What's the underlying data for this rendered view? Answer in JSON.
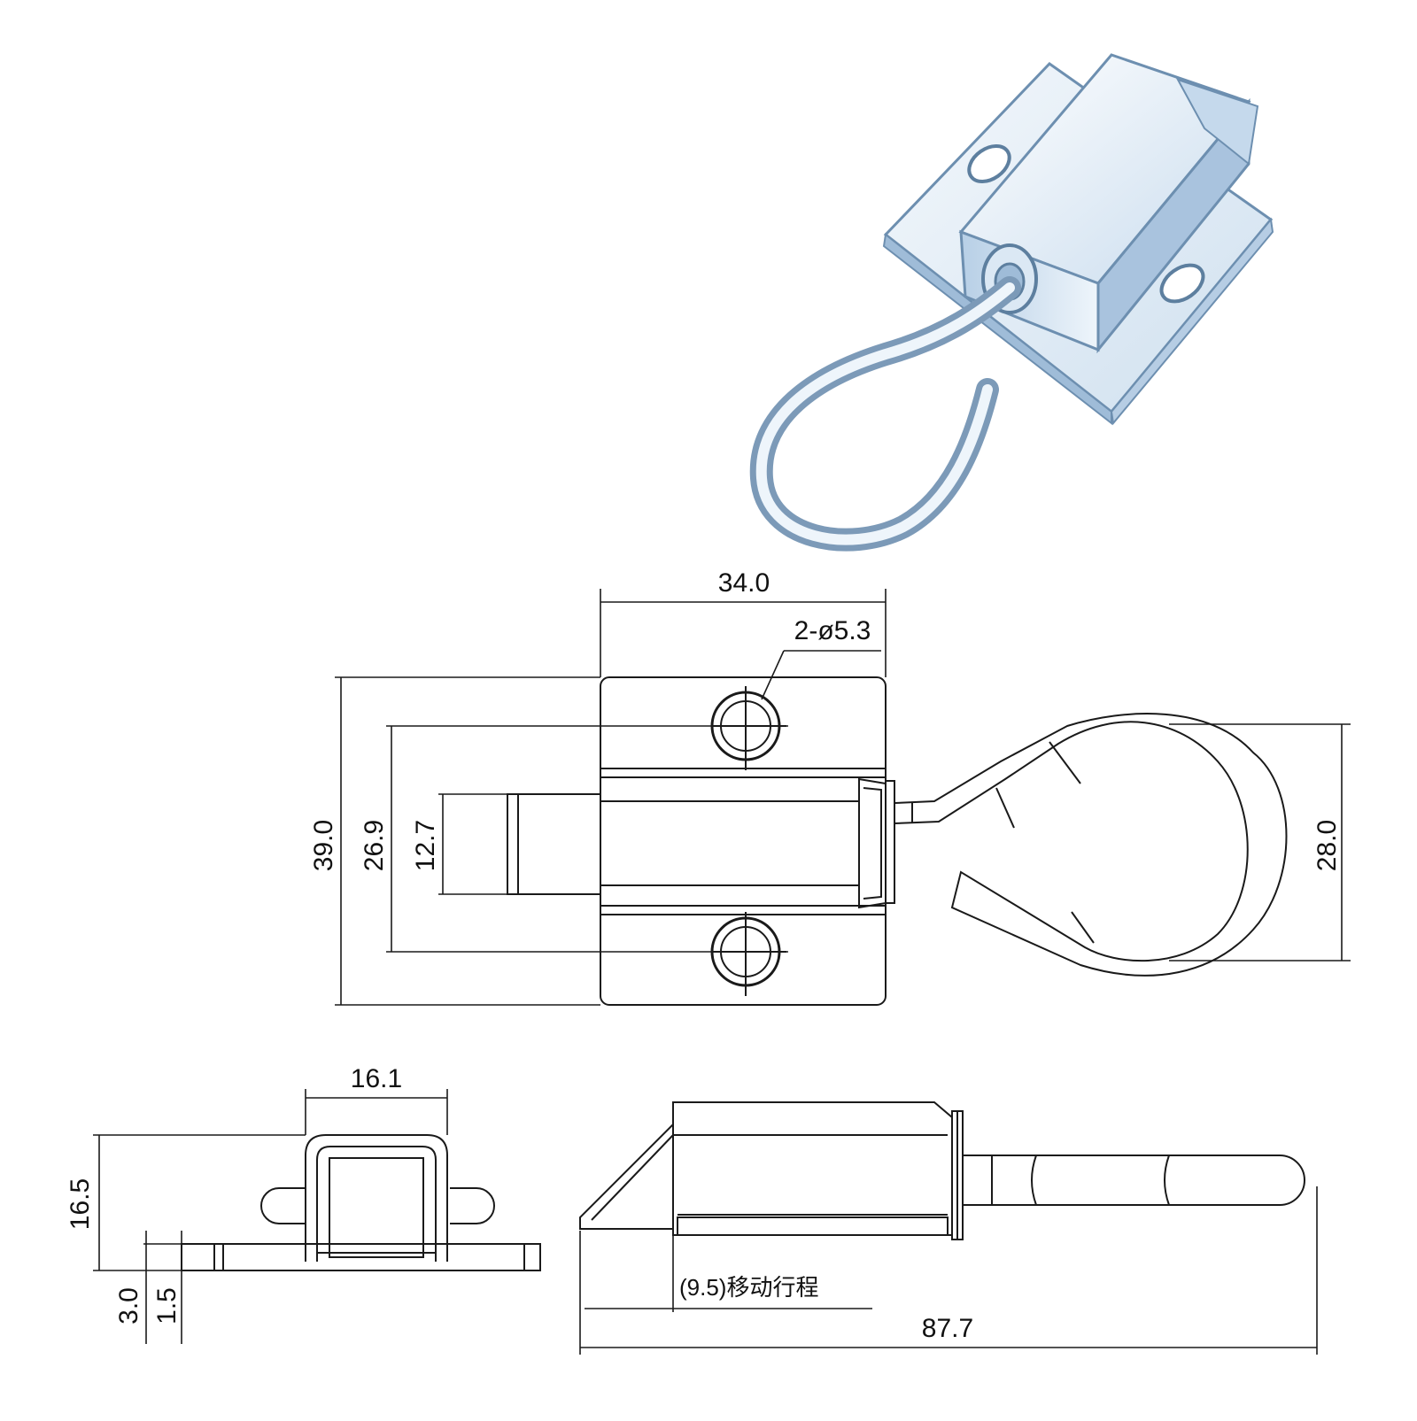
{
  "photo": {
    "subject": "zinc-plated spring bolt latch with ring pull",
    "colors": {
      "metal_light": "#eef5fb",
      "metal_mid": "#b9d3ea",
      "metal_dark": "#6d8fb0",
      "outline": "#4a6a8a"
    }
  },
  "top_view": {
    "width": "34.0",
    "hole_callout": "2-ø5.3",
    "plate_height": "39.0",
    "hole_spacing": "26.9",
    "bolt_height": "12.7",
    "ring_height": "28.0"
  },
  "end_view": {
    "body_width": "16.1",
    "total_height": "16.5",
    "base_height": "3.0",
    "plate_thickness": "1.5"
  },
  "side_view": {
    "travel_label": "(9.5)移动行程",
    "overall_length": "87.7"
  },
  "colors": {
    "line": "#1a1a1a",
    "background": "#ffffff"
  }
}
